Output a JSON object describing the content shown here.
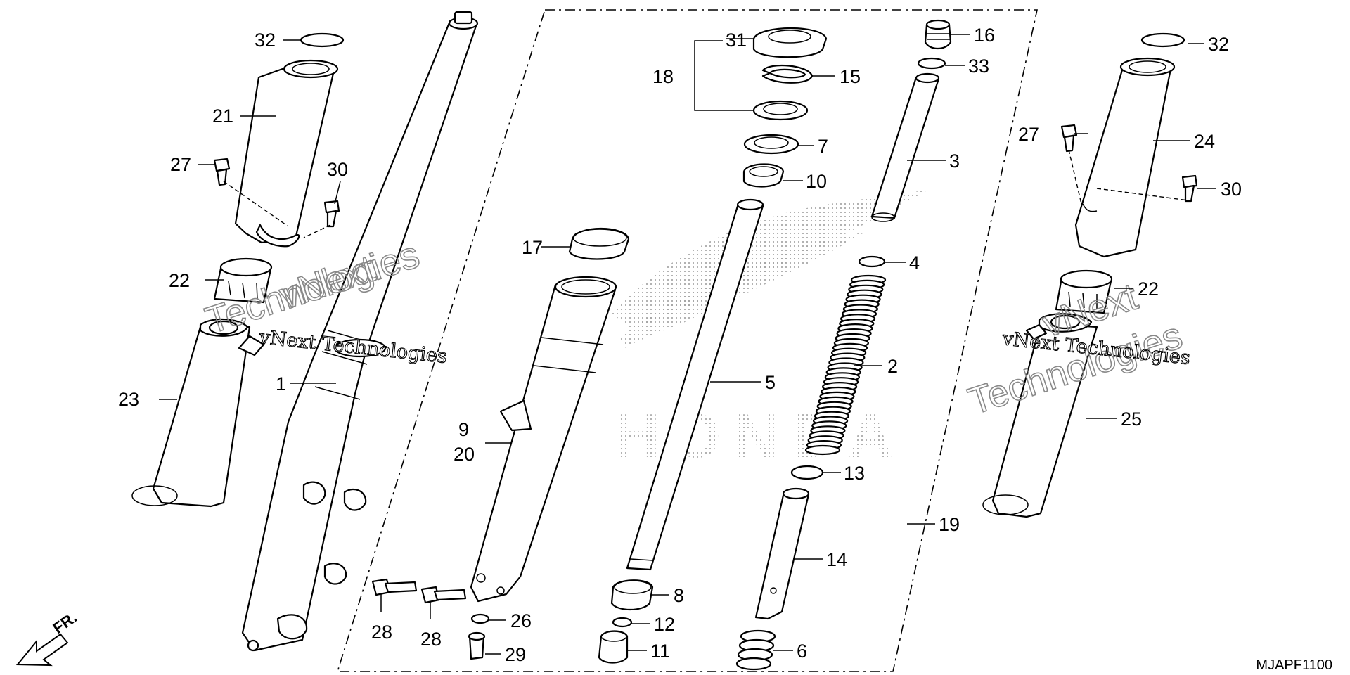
{
  "diagram": {
    "diagram_code": "MJAPF1100",
    "direction_label": "FR.",
    "watermark": {
      "line1": "vNext Technologies",
      "line2_a": "vNext",
      "line2_b": "Technologies"
    },
    "brand_watermark_text": "HONDA",
    "callouts": [
      {
        "id": "c1",
        "label": "1"
      },
      {
        "id": "c2",
        "label": "2"
      },
      {
        "id": "c3",
        "label": "3"
      },
      {
        "id": "c4",
        "label": "4"
      },
      {
        "id": "c5",
        "label": "5"
      },
      {
        "id": "c6",
        "label": "6"
      },
      {
        "id": "c7",
        "label": "7"
      },
      {
        "id": "c8",
        "label": "8"
      },
      {
        "id": "c9",
        "label": "9"
      },
      {
        "id": "c10",
        "label": "10"
      },
      {
        "id": "c11",
        "label": "11"
      },
      {
        "id": "c12",
        "label": "12"
      },
      {
        "id": "c13",
        "label": "13"
      },
      {
        "id": "c14",
        "label": "14"
      },
      {
        "id": "c15",
        "label": "15"
      },
      {
        "id": "c16",
        "label": "16"
      },
      {
        "id": "c17",
        "label": "17"
      },
      {
        "id": "c18",
        "label": "18"
      },
      {
        "id": "c19",
        "label": "19"
      },
      {
        "id": "c20",
        "label": "20"
      },
      {
        "id": "c21",
        "label": "21"
      },
      {
        "id": "c22a",
        "label": "22"
      },
      {
        "id": "c22b",
        "label": "22"
      },
      {
        "id": "c23",
        "label": "23"
      },
      {
        "id": "c24",
        "label": "24"
      },
      {
        "id": "c25",
        "label": "25"
      },
      {
        "id": "c26",
        "label": "26"
      },
      {
        "id": "c27a",
        "label": "27"
      },
      {
        "id": "c27b",
        "label": "27"
      },
      {
        "id": "c28a",
        "label": "28"
      },
      {
        "id": "c28b",
        "label": "28"
      },
      {
        "id": "c29",
        "label": "29"
      },
      {
        "id": "c30a",
        "label": "30"
      },
      {
        "id": "c30b",
        "label": "30"
      },
      {
        "id": "c31",
        "label": "31"
      },
      {
        "id": "c32a",
        "label": "32"
      },
      {
        "id": "c32b",
        "label": "32"
      },
      {
        "id": "c33",
        "label": "33"
      }
    ]
  }
}
